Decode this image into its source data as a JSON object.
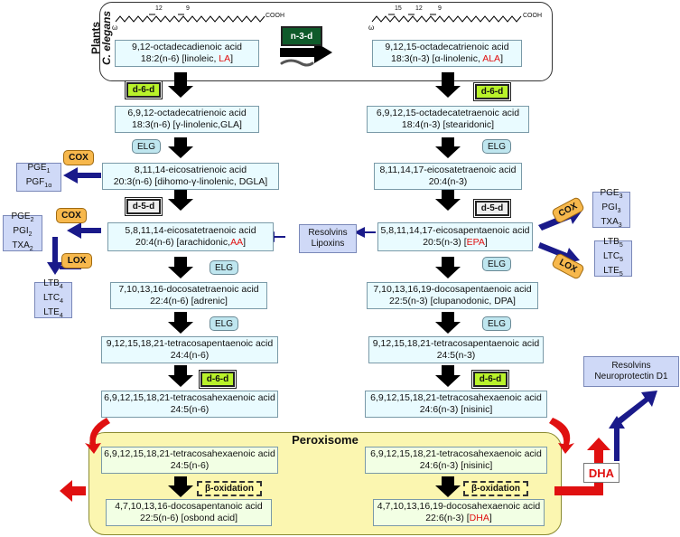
{
  "colors": {
    "arrow_black": "#000000",
    "arrow_blue": "#1a1a8a",
    "arrow_red": "#e01010",
    "peroxisome": "#fbf6b0",
    "product_box": "#cfd9f7"
  },
  "organisms": {
    "plants": "Plants",
    "elegans": "C. elegans"
  },
  "left": {
    "la": {
      "l1": "9,12-octadecadienoic acid",
      "l2a": "18:2(n-6) [linoleic, ",
      "l2r": "LA",
      "l2b": "]"
    },
    "gla": {
      "l1": "6,9,12-octadecatrienoic acid",
      "l2": "18:3(n-6) [γ-linolenic,GLA]"
    },
    "dgla": {
      "l1": "8,11,14-eicosatrienoic acid",
      "l2": "20:3(n-6) [dihomo-γ-linolenic, DGLA]"
    },
    "aa": {
      "l1": "5,8,11,14-eicosatetraenoic acid",
      "l2a": "20:4(n-6) [arachidonic,",
      "l2r": "AA",
      "l2b": "]"
    },
    "adrenic": {
      "l1": "7,10,13,16-docosatetraenoic acid",
      "l2": "22:4(n-6) [adrenic]"
    },
    "tpa": {
      "l1": "9,12,15,18,21-tetracosapentaenoic acid",
      "l2": "24:4(n-6)"
    },
    "tha": {
      "l1": "6,9,12,15,18,21-tetracosahexaenoic acid",
      "l2": "24:5(n-6)"
    },
    "ptha": {
      "l1": "6,9,12,15,18,21-tetracosahexaenoic acid",
      "l2": "24:5(n-6)"
    },
    "osbond": {
      "l1": "4,7,10,13,16-docosapentanoic acid",
      "l2": "22:5(n-6) [osbond acid]"
    }
  },
  "right": {
    "ala": {
      "l1": "9,12,15-octadecatrienoic acid",
      "l2a": "18:3(n-3) [α-linolenic, ",
      "l2r": "ALA",
      "l2b": "]"
    },
    "sda": {
      "l1": "6,9,12,15-octadecatetraenoic acid",
      "l2": "18:4(n-3) [stearidonic]"
    },
    "eta": {
      "l1": "8,11,14,17-eicosatetraenoic acid",
      "l2": "20:4(n-3)"
    },
    "epa": {
      "l1": "5,8,11,14,17-eicosapentaenoic acid",
      "l2a": "20:5(n-3) [",
      "l2r": "EPA",
      "l2b": "]"
    },
    "dpa": {
      "l1": "7,10,13,16,19-docosapentaenoic acid",
      "l2": "22:5(n-3) [clupanodonic, DPA]"
    },
    "tpa": {
      "l1": "9,12,15,18,21-tetracosapentaenoic acid",
      "l2": "24:5(n-3)"
    },
    "tha": {
      "l1": "6,9,12,15,18,21-tetracosahexaenoic acid",
      "l2": "24:6(n-3) [nisinic]"
    },
    "ptha": {
      "l1": "6,9,12,15,18,21-tetracosahexaenoic acid",
      "l2": "24:6(n-3) [nisinic]"
    },
    "dha": {
      "l1": "4,7,10,13,16,19-docosahexaenoic acid",
      "l2a": "22:6(n-3) [",
      "l2r": "DHA",
      "l2b": "]"
    }
  },
  "enzymes": {
    "n3d": "n-3-d",
    "d66": "d-6-d",
    "d55": "d-5-d",
    "elg": "ELG",
    "cox": "COX",
    "lox": "LOX",
    "box": "β-oxidation"
  },
  "products": {
    "pge1": "PGE",
    "pge1_sub": "1",
    "pgf1": "PGF",
    "pgf1_sub": "1α",
    "pge2": "PGE",
    "pge2_sub": "2",
    "pgi2": "PGI",
    "pgi2_sub": "2",
    "txa2": "TXA",
    "txa2_sub": "2",
    "ltb4": "LTB",
    "ltb4_sub": "4",
    "ltc4": "LTC",
    "ltc4_sub": "4",
    "lte4": "LTE",
    "lte4_sub": "4",
    "pge3": "PGE",
    "pge3_sub": "3",
    "pgi3": "PGI",
    "pgi3_sub": "3",
    "txa3": "TXA",
    "txa3_sub": "3",
    "ltb5": "LTB",
    "ltb5_sub": "5",
    "ltc5": "LTC",
    "ltc5_sub": "5",
    "lte5": "LTE",
    "lte5_sub": "5",
    "resolvins": "Resolvins",
    "lipoxins": "Lipoxins",
    "resolvins2": "Resolvins",
    "neuroprotectin": "Neuroprotectin D1",
    "dha": "DHA"
  },
  "peroxisome": "Peroxisome",
  "structure_labels": {
    "la_w": "ω",
    "la_12": "12",
    "la_9": "9",
    "la_cooh": "COOH",
    "ala_w": "ω",
    "ala_15": "15",
    "ala_12": "12",
    "ala_9": "9",
    "ala_cooh": "COOH"
  }
}
